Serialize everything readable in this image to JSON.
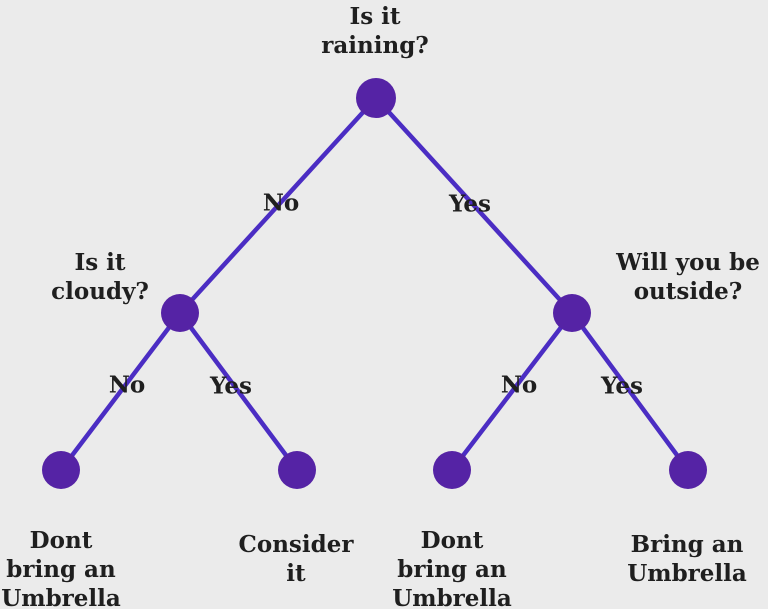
{
  "title": "Umbrella decision tree",
  "colors": {
    "background": "#ebebeb",
    "node_fill": "#5523a5",
    "edge_stroke": "#4b2dc3",
    "label_text": "#1f1f1f"
  },
  "tree": {
    "root_question": "Is it\nraining?",
    "left_question": "Is it\ncloudy?",
    "right_question": "Will you be\noutside?",
    "edge_labels": {
      "root_no": "No",
      "root_yes": "Yes",
      "cloudy_no": "No",
      "cloudy_yes": "Yes",
      "outside_no": "No",
      "outside_yes": "Yes"
    },
    "outcomes": {
      "cloudy_no": "Dont\nbring an\nUmbrella",
      "cloudy_yes": "Consider\nit",
      "outside_no": "Dont\nbring an\nUmbrella",
      "outside_yes": "Bring an\nUmbrella"
    }
  }
}
